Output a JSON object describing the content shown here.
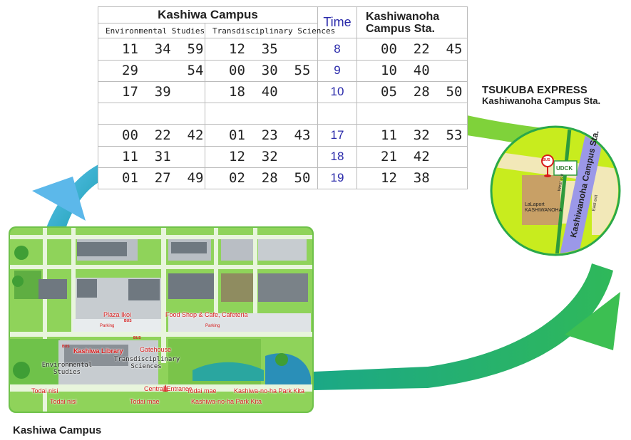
{
  "timetable": {
    "campus_header": "Kashiwa Campus",
    "time_header": "Time",
    "station_header": "Kashiwanoha Campus Sta.",
    "col_env": "Environmental Studies",
    "col_trans": "Transdisciplinary Sciences",
    "rows": [
      {
        "env": "11  34  59",
        "trans": "12  35",
        "time": "8",
        "sta": "00  22  45"
      },
      {
        "env": "29      54",
        "trans": "00  30  55",
        "time": "9",
        "sta": "10  40"
      },
      {
        "env": "17  39",
        "trans": "18  40",
        "time": "10",
        "sta": "05  28  50"
      },
      {
        "env": "",
        "trans": "",
        "time": "",
        "sta": ""
      },
      {
        "env": "00  22  42",
        "trans": "01  23  43",
        "time": "17",
        "sta": "11  32  53"
      },
      {
        "env": "11  31",
        "trans": "12  32",
        "time": "18",
        "sta": "21  42"
      },
      {
        "env": "01  27  49",
        "trans": "02  28  50",
        "time": "19",
        "sta": "12  38"
      }
    ]
  },
  "station_map": {
    "title": "TSUKUBA EXPRESS",
    "subtitle": "Kashiwanoha Campus Sta.",
    "station_label": "Kashiwanoha Campus Sta.",
    "udck": "UDCK",
    "lalaport": "LaLaport KASHIWANOHA",
    "west_exit": "West exit",
    "east_exit": "East exit",
    "bus": "BUS"
  },
  "campus_map": {
    "caption": "Kashiwa Campus",
    "plaza_ikoi": "Plaza Ikoi",
    "parking1": "Parking",
    "parking2": "Parking",
    "food_shop": "Food Shop & Cafe, Cafeteria",
    "library": "Kashiwa Library",
    "gatehouse": "Gatehouse",
    "env_studies": "Environmental Studies",
    "trans_sciences": "Transdisciplinary Sciences",
    "central_entrance": "Central Entrance",
    "todai_nisi_1": "Todai nisi",
    "todai_nisi_2": "Todai nisi",
    "todai_mae_1": "Todai mae",
    "todai_mae_2": "Todai mae",
    "park_kita_1": "Kashiwa-no-ha Park Kita",
    "park_kita_2": "Kashiwa-no-ha Park Kita",
    "bus": "BUS"
  },
  "colors": {
    "green": "#7dc63f",
    "blue": "#3aa0dd",
    "lime": "#c8ec1e"
  }
}
